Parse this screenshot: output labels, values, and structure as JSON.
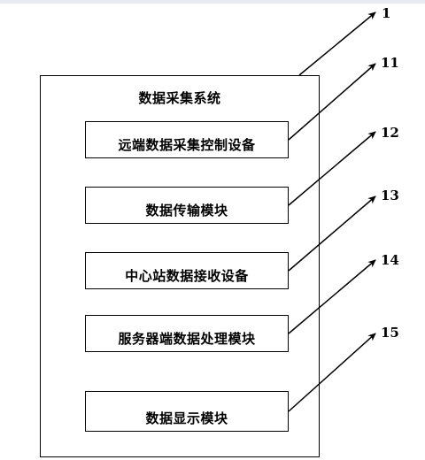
{
  "diagram": {
    "system_label": "数据采集系统",
    "modules": [
      {
        "label": "远端数据采集控制设备",
        "ref": "11"
      },
      {
        "label": "数据传输模块",
        "ref": "12"
      },
      {
        "label": "中心站数据接收设备",
        "ref": "13"
      },
      {
        "label": "服务器端数据处理模块",
        "ref": "14"
      },
      {
        "label": "数据显示模块",
        "ref": "15"
      }
    ],
    "system_ref": "1"
  }
}
